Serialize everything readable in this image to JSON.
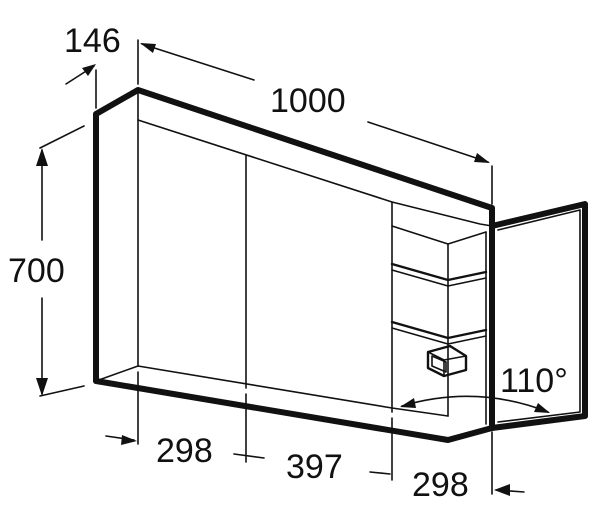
{
  "dimensions": {
    "depth": "146",
    "width": "1000",
    "height": "700",
    "left_section": "298",
    "center_section": "397",
    "right_section": "298",
    "door_angle": "110°"
  }
}
